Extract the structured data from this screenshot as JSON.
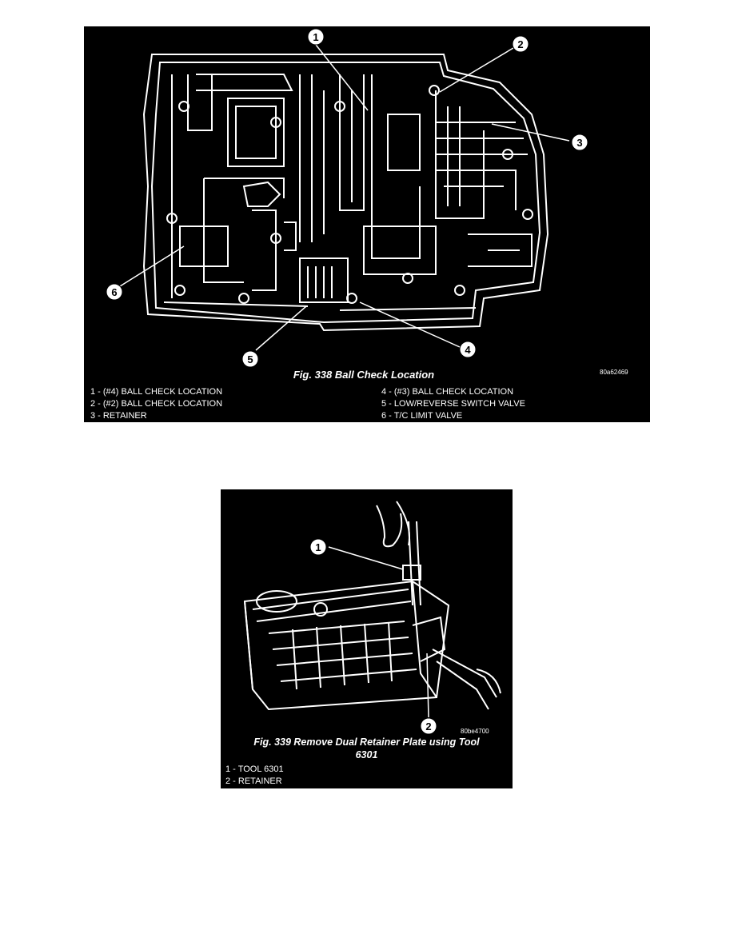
{
  "figure1": {
    "ident": "80a62469",
    "caption": "Fig. 338 Ball Check Location",
    "callouts": [
      "1",
      "2",
      "3",
      "4",
      "5",
      "6"
    ],
    "legend_left": [
      "1 - (#4) BALL CHECK LOCATION",
      "2 - (#2) BALL CHECK LOCATION",
      "3 - RETAINER"
    ],
    "legend_right": [
      "4 - (#3) BALL CHECK LOCATION",
      "5 - LOW/REVERSE SWITCH VALVE",
      "6 - T/C LIMIT VALVE"
    ]
  },
  "figure2": {
    "ident": "80be4700",
    "caption_line1": "Fig. 339 Remove Dual Retainer Plate using Tool",
    "caption_line2": "6301",
    "callouts": [
      "1",
      "2"
    ],
    "legend": [
      "1 - TOOL 6301",
      "2 - RETAINER"
    ]
  }
}
